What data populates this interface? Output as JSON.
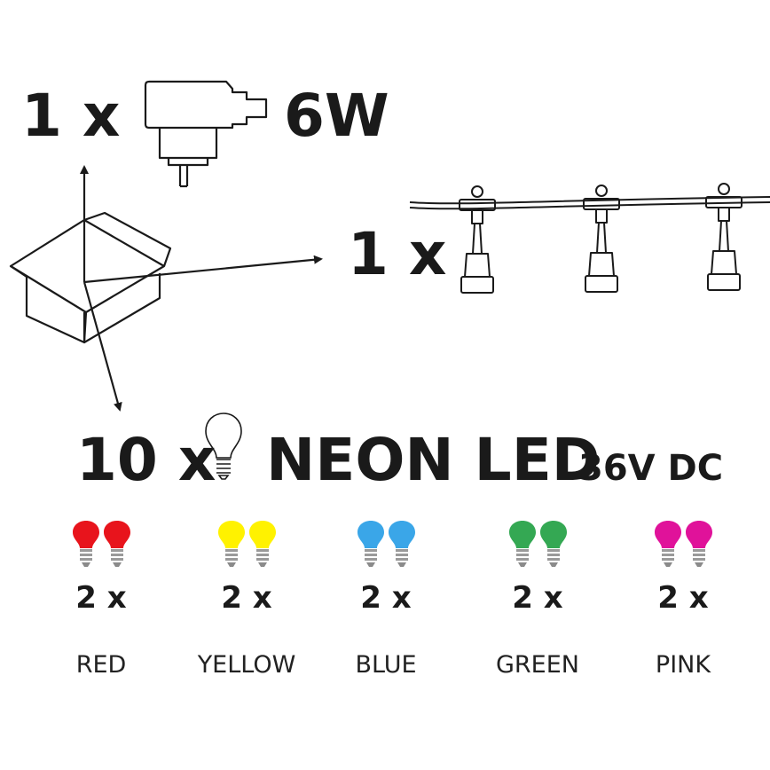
{
  "kit": {
    "adapter": {
      "qty": "1 x",
      "power": "6W"
    },
    "string": {
      "qty": "1 x"
    },
    "bulbs": {
      "qty": "10 x",
      "type": "NEON LED",
      "voltage": "36V DC"
    }
  },
  "colors": [
    {
      "label": "RED",
      "qty": "2 x",
      "hex": "#e8141c"
    },
    {
      "label": "YELLOW",
      "qty": "2 x",
      "hex": "#fff200"
    },
    {
      "label": "BLUE",
      "qty": "2 x",
      "hex": "#3aa6e8"
    },
    {
      "label": "GREEN",
      "qty": "2 x",
      "hex": "#34a853"
    },
    {
      "label": "PINK",
      "qty": "2 x",
      "hex": "#e0129a"
    }
  ],
  "icons": [
    "box-icon",
    "power-adapter-icon",
    "light-string-icon",
    "bulb-outline-icon",
    "arrow-icon"
  ]
}
